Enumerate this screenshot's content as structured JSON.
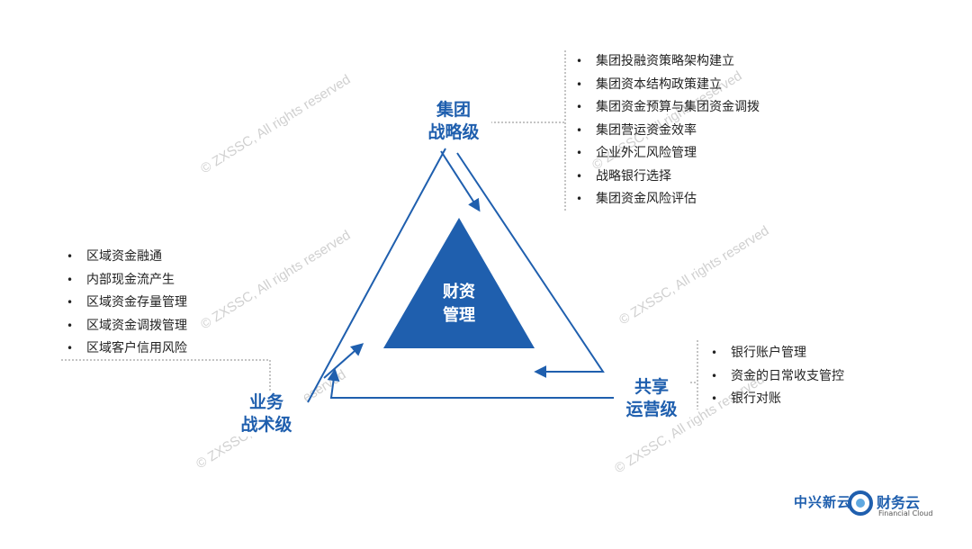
{
  "center": {
    "line1": "财资",
    "line2": "管理"
  },
  "top_node": {
    "line1": "集团",
    "line2": "战略级"
  },
  "left_node": {
    "line1": "业务",
    "line2": "战术级"
  },
  "right_node": {
    "line1": "共享",
    "line2": "运营级"
  },
  "top_list": [
    "集团投融资策略架构建立",
    "集团资本结构政策建立",
    "集团资金预算与集团资金调拨",
    "集团营运资金效率",
    "企业外汇风险管理",
    "战略银行选择",
    "集团资金风险评估"
  ],
  "left_list": [
    "区域资金融通",
    "内部现金流产生",
    "区域资金存量管理",
    "区域资金调拨管理",
    "区域客户信用风险"
  ],
  "right_list": [
    "银行账户管理",
    "资金的日常收支管控",
    "银行对账"
  ],
  "watermark": "© ZXSSC, All rights reserved",
  "logo": {
    "brand1": "中兴新云",
    "brand2": "财务云",
    "brand2_sub": "Financial Cloud"
  },
  "colors": {
    "primary": "#1f5fae",
    "triangle_fill": "#1f5fae",
    "text": "#222222"
  }
}
